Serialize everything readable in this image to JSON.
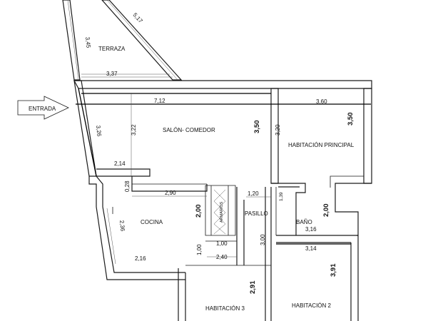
{
  "entrance": {
    "label": "ENTRADA"
  },
  "rooms": {
    "terraza": "TERRAZA",
    "salon": "SALÓN- COMEDOR",
    "principal": "HABITACIÓN PRINCIPAL",
    "cocina": "COCINA",
    "armarios": "ARMARIOS",
    "pasillo": "PASILLO",
    "bano": "BAÑO",
    "hab3": "HABITACIÓN 3",
    "hab2": "HABITACIÓN 2"
  },
  "dimensions": {
    "terraza_left": "3,45",
    "terraza_diag": "5,17",
    "terraza_width": "3,37",
    "salon_width": "7,12",
    "principal_width": "3,60",
    "entry_wall": "3,26",
    "salon_left_height": "3,22",
    "salon_height": "3,50",
    "principal_left_height": "3,20",
    "principal_height": "3,50",
    "salon_small": "2,14",
    "cocina_upper": "0,28",
    "cocina_width": "2,90",
    "pasillo_width": "1,20",
    "bano_small": "1,39",
    "cocina_height": "2,00",
    "bano_height": "2,00",
    "cocina_left": "2,36",
    "bano_width": "3,16",
    "pasillo_height": "3,00",
    "armarios_a": "1,00",
    "armarios_b": "1,00",
    "cocina_bottom": "2,16",
    "pasillo_bottom": "2,40",
    "hab2_width": "3,14",
    "hab3_height": "2,91",
    "hab2_height": "3,91"
  }
}
